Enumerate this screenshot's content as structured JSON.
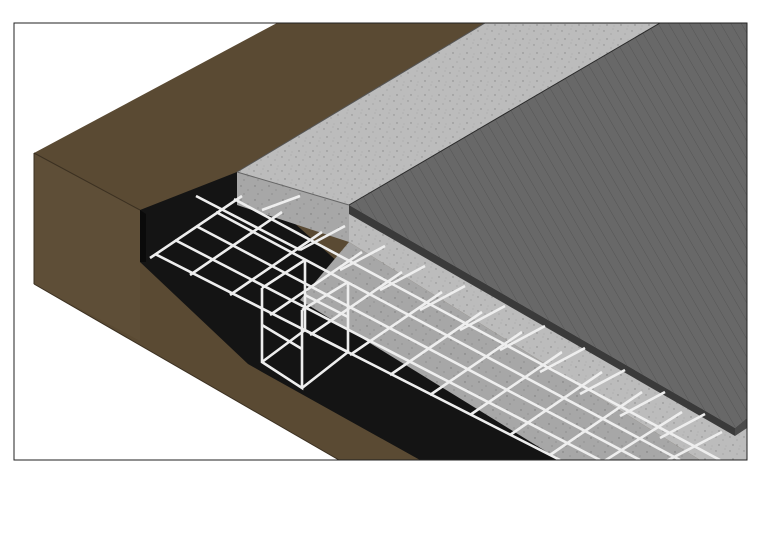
{
  "diagram": {
    "type": "isometric-section",
    "components": [
      {
        "name": "soil",
        "color": "#5a4a33"
      },
      {
        "name": "gravel-trench-bed",
        "color": "#141414"
      },
      {
        "name": "reinforcement-mesh",
        "color": "#eeeeee"
      },
      {
        "name": "concrete-slab",
        "color": "#b9b9b9"
      },
      {
        "name": "deck-surface",
        "color": "#686868"
      }
    ],
    "frame": {
      "stroke": "#222222",
      "background": "#ffffff"
    }
  }
}
